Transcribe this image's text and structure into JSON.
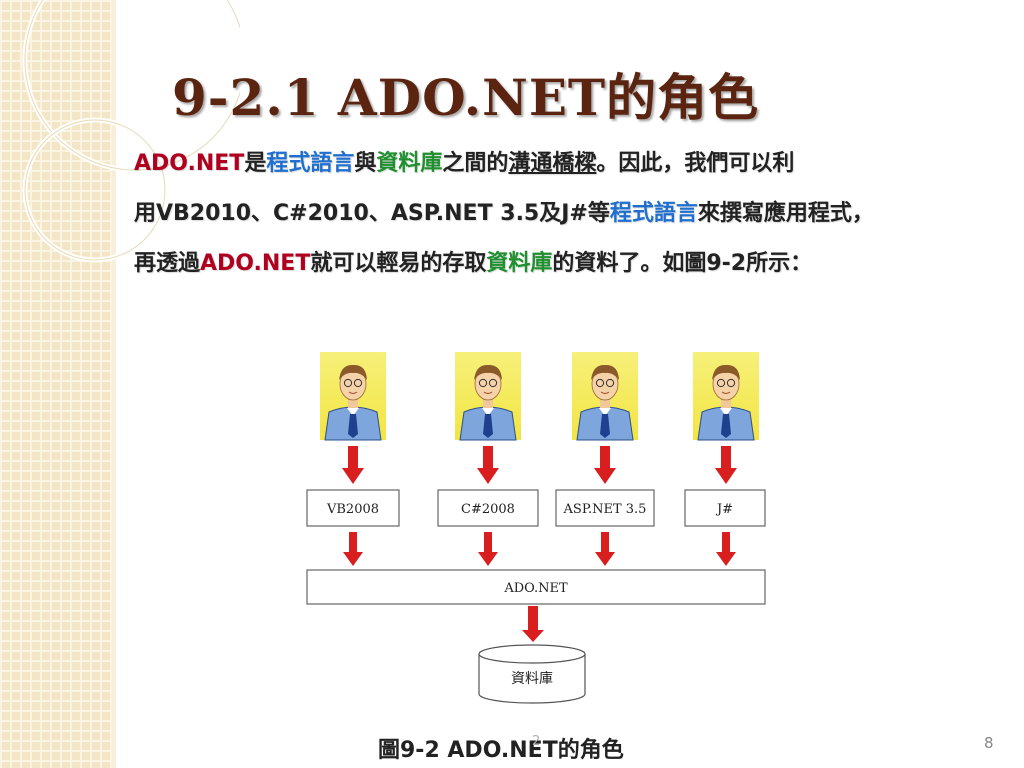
{
  "slide": {
    "title": "9-2.1 ADO.NET的角色",
    "paragraphs": [
      [
        {
          "text": "ADO.NET",
          "style": "red"
        },
        {
          "text": "是",
          "style": "plain"
        },
        {
          "text": "程式語言",
          "style": "blue"
        },
        {
          "text": "與",
          "style": "plain"
        },
        {
          "text": "資料庫",
          "style": "green"
        },
        {
          "text": "之間的",
          "style": "plain"
        },
        {
          "text": "溝通橋樑",
          "style": "underline"
        },
        {
          "text": "。因此，我們可以利",
          "style": "plain"
        }
      ],
      [
        {
          "text": "用VB2010、C#2010、ASP.NET 3.5及J#等",
          "style": "plain"
        },
        {
          "text": "程式語言",
          "style": "blue"
        },
        {
          "text": "來撰寫應用程式，",
          "style": "plain"
        }
      ],
      [
        {
          "text": "再透過",
          "style": "plain"
        },
        {
          "text": "ADO.NET",
          "style": "red"
        },
        {
          "text": "就可以輕易的存取",
          "style": "plain"
        },
        {
          "text": "資料庫",
          "style": "green"
        },
        {
          "text": "的資料了。如圖9-2所示：",
          "style": "plain"
        }
      ]
    ],
    "figure": {
      "languages": [
        "VB2008",
        "C#2008",
        "ASP.NET 3.5",
        "J#"
      ],
      "middleware": "ADO.NET",
      "database": "資料庫"
    },
    "caption": "圖9-2  ADO.NET的角色",
    "footer_date": "2",
    "page_number": "8"
  },
  "colors": {
    "title": "#5a2410",
    "keyword_red": "#b00020",
    "keyword_blue": "#1f6fd0",
    "keyword_green": "#1f8f2f",
    "arrow": "#d81e1e",
    "sidebar": "#f3e6c6"
  }
}
